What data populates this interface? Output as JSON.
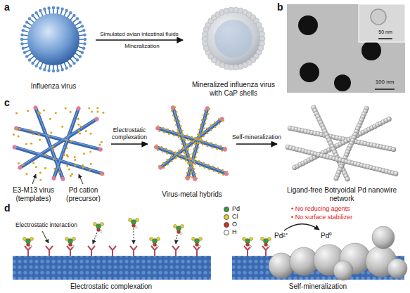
{
  "diagram": {
    "nodes": [
      {
        "text": [
          "Influenza virus"
        ]
      },
      {
        "text": [
          "Mineralized influenza virus with CaP shells"
        ]
      },
      {
        "text": [
          "E3-M13 virus (templates)",
          "Pd cation (precursor)"
        ]
      },
      {
        "text": [
          "Virus-metal hybrids"
        ]
      },
      {
        "text": [
          "Ligand-free Botryoidal Pd nanowire network"
        ]
      }
    ],
    "edges": [
      {
        "from": 0,
        "to": 1,
        "label": "Simulated avian intestinal fluids",
        "arrow": "to"
      },
      {
        "from": 2,
        "to": 3,
        "label": "Electrostatic complexation",
        "arrow": "to"
      },
      {
        "from": 3,
        "to": 4,
        "label": "Self-mineralization",
        "arrow": "to"
      }
    ],
    "labels": [
      "a",
      "Mineralization",
      "b",
      "50 nm",
      "100 nm",
      "c",
      "d",
      "Electrostatic interaction",
      "• No reducing agents",
      "• No surface stabilizer",
      "Pd²⁺",
      "Pd⁰",
      "Electrostatic complexation",
      "Self-mineralization"
    ],
    "legend": [
      {
        "text": "Pd",
        "color": "#3c9a3c"
      },
      {
        "text": "Cl",
        "color": "#e8cf22"
      },
      {
        "text": "O",
        "color": "#d42a20"
      },
      {
        "text": "H",
        "color": "#ffffff"
      }
    ]
  }
}
